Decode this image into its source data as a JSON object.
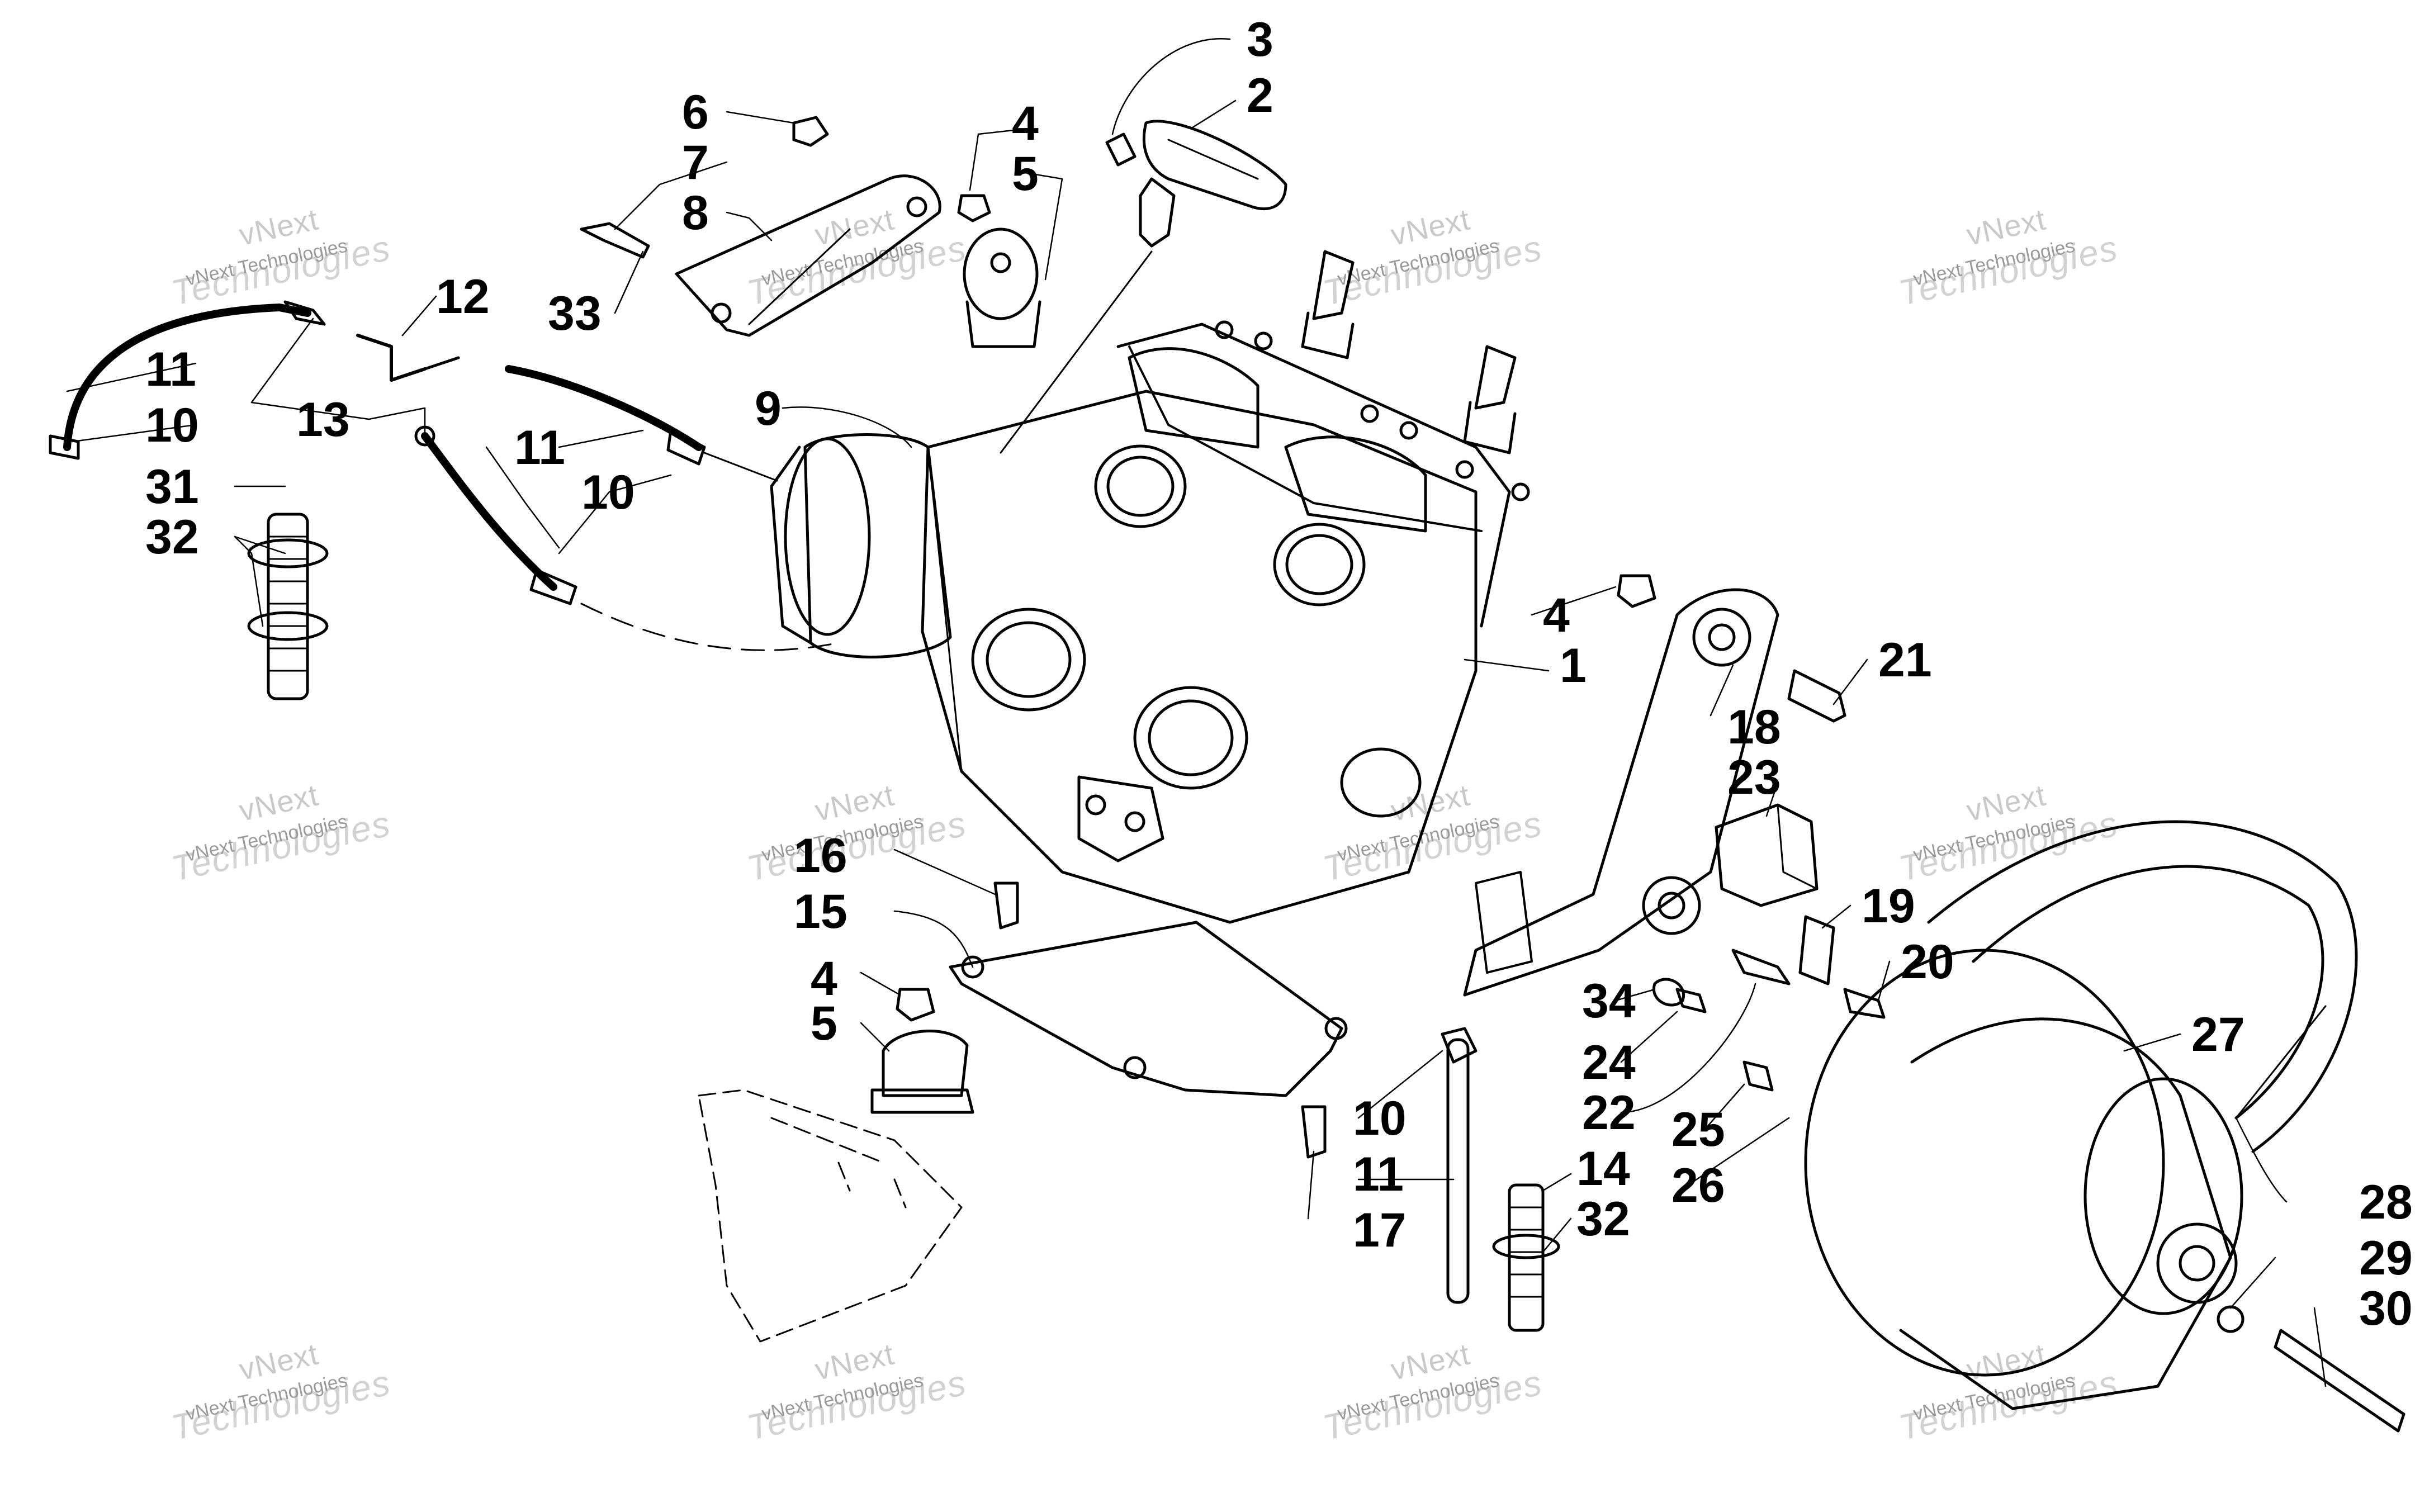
{
  "watermark": {
    "line1": "vNext",
    "line2": "Technologies",
    "small": "vNext Technologies"
  },
  "callouts": [
    {
      "id": "c1",
      "label": "1"
    },
    {
      "id": "c2",
      "label": "2"
    },
    {
      "id": "c3",
      "label": "3"
    },
    {
      "id": "c4a",
      "label": "4"
    },
    {
      "id": "c4b",
      "label": "4"
    },
    {
      "id": "c4c",
      "label": "4"
    },
    {
      "id": "c5a",
      "label": "5"
    },
    {
      "id": "c5b",
      "label": "5"
    },
    {
      "id": "c6",
      "label": "6"
    },
    {
      "id": "c7",
      "label": "7"
    },
    {
      "id": "c8",
      "label": "8"
    },
    {
      "id": "c9",
      "label": "9"
    },
    {
      "id": "c10a",
      "label": "10"
    },
    {
      "id": "c10b",
      "label": "10"
    },
    {
      "id": "c10c",
      "label": "10"
    },
    {
      "id": "c11a",
      "label": "11"
    },
    {
      "id": "c11b",
      "label": "11"
    },
    {
      "id": "c11c",
      "label": "11"
    },
    {
      "id": "c12",
      "label": "12"
    },
    {
      "id": "c13",
      "label": "13"
    },
    {
      "id": "c14",
      "label": "14"
    },
    {
      "id": "c15",
      "label": "15"
    },
    {
      "id": "c16",
      "label": "16"
    },
    {
      "id": "c17",
      "label": "17"
    },
    {
      "id": "c18",
      "label": "18"
    },
    {
      "id": "c19",
      "label": "19"
    },
    {
      "id": "c20",
      "label": "20"
    },
    {
      "id": "c21",
      "label": "21"
    },
    {
      "id": "c22",
      "label": "22"
    },
    {
      "id": "c23",
      "label": "23"
    },
    {
      "id": "c24",
      "label": "24"
    },
    {
      "id": "c25",
      "label": "25"
    },
    {
      "id": "c26",
      "label": "26"
    },
    {
      "id": "c27",
      "label": "27"
    },
    {
      "id": "c28",
      "label": "28"
    },
    {
      "id": "c29",
      "label": "29"
    },
    {
      "id": "c30",
      "label": "30"
    },
    {
      "id": "c31",
      "label": "31"
    },
    {
      "id": "c32a",
      "label": "32"
    },
    {
      "id": "c32b",
      "label": "32"
    },
    {
      "id": "c33",
      "label": "33"
    },
    {
      "id": "c34",
      "label": "34"
    }
  ]
}
